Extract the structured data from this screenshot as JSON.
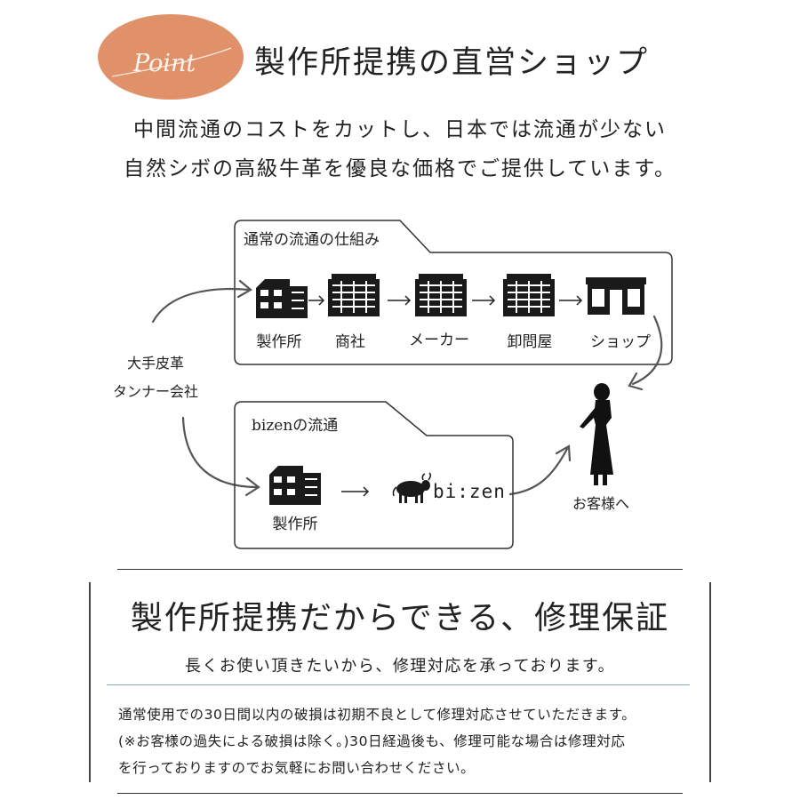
{
  "badge": {
    "text": "Point",
    "color": "#e0916a"
  },
  "heading": "製作所提携の直営ショップ",
  "intro": {
    "line1": "中間流通のコストをカットし、日本では流通が少ない",
    "line2": "自然シボの高級牛革を優良な価格でご提供しています。"
  },
  "diagram": {
    "normal_box_title": "通常の流通の仕組み",
    "normal_steps": [
      "製作所",
      "商社",
      "メーカー",
      "卸問屋",
      "ショップ"
    ],
    "source_lines": [
      "大手皮革",
      "タンナー会社"
    ],
    "bizen_box_title": "bizenの流通",
    "bizen_steps": [
      "製作所"
    ],
    "bizen_brand": "bi:zen",
    "customer_label": "お客様へ",
    "icons": [
      "factory-icon",
      "office-building-icon",
      "storefront-icon",
      "bull-icon",
      "customer-silhouette-icon",
      "arrow-right-icon"
    ]
  },
  "section2": {
    "title": "製作所提携だからできる、修理保証",
    "subtitle": "長くお使い頂きたいから、修理対応を承っております。",
    "notes": [
      "通常使用での30日間以内の破損は初期不良として修理対応させていただきます。",
      "(※お客様の過失による破損は除く。)30日経過後も、修理可能な場合は修理対応",
      "を行っておりますのでお気軽にお問い合わせください。"
    ]
  }
}
